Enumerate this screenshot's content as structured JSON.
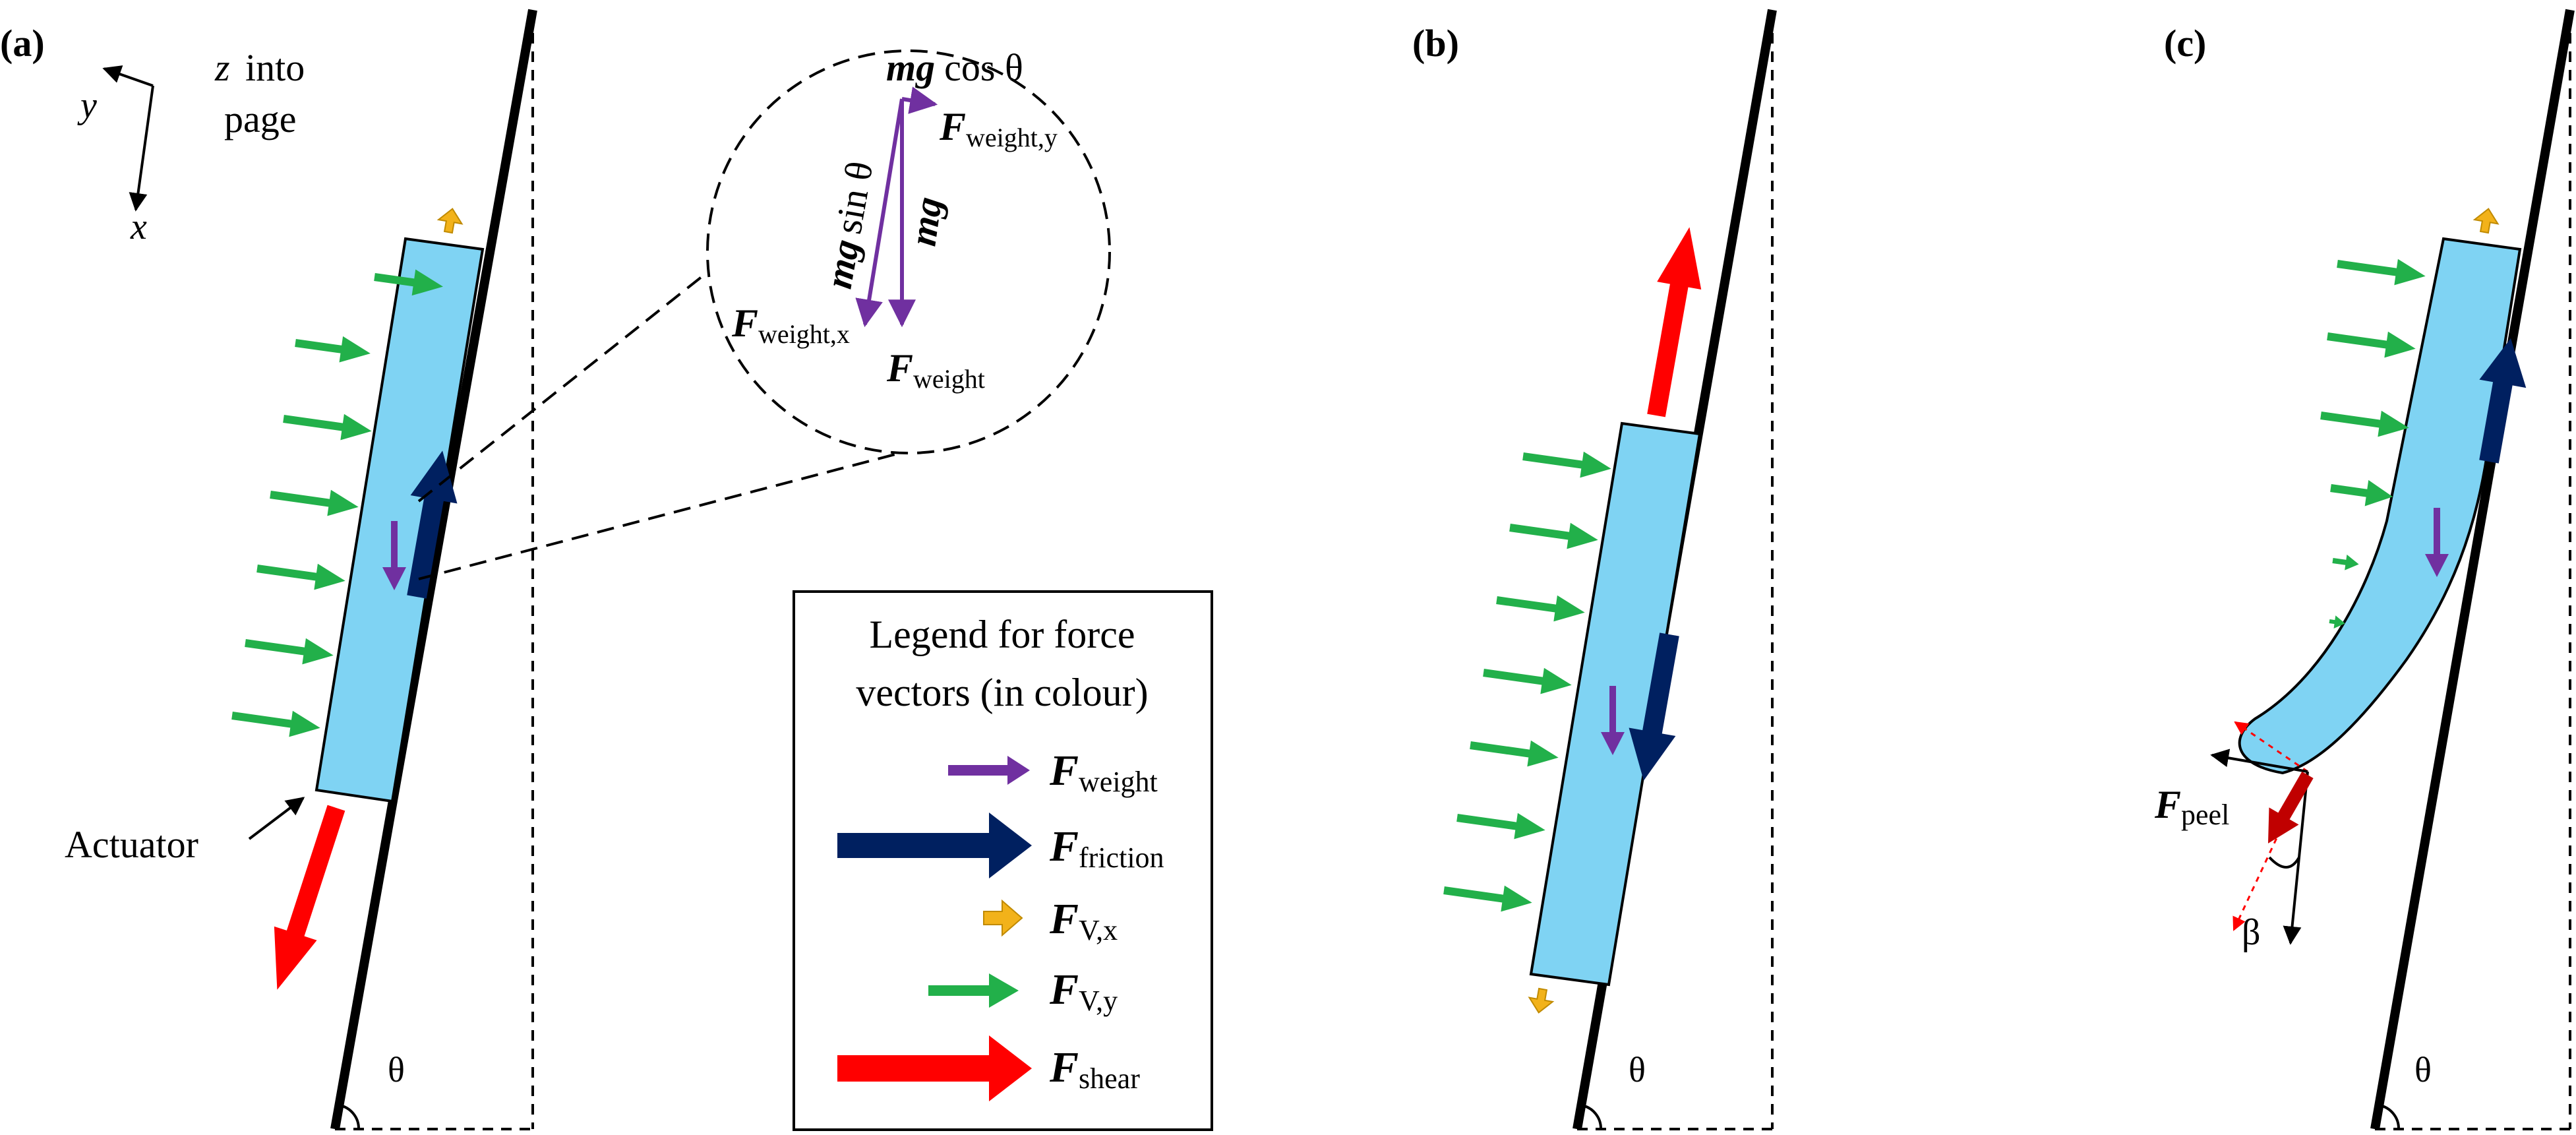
{
  "panels": {
    "a": "(a)",
    "b": "(b)",
    "c": "(c)"
  },
  "axes": {
    "y": "y",
    "x": "x",
    "z": "z",
    "z_desc_1": "into",
    "z_desc_2": "page"
  },
  "actuator_label": "Actuator",
  "theta": "θ",
  "beta": "β",
  "zoom": {
    "mg_a": "mg",
    "cos": "cos θ",
    "sin": "sin θ",
    "mg_b": "mg",
    "mg_c": "mg",
    "weight_y_sub": "weight,y",
    "weight_x_sub": "weight,x",
    "weight_sub": "weight"
  },
  "legend": {
    "title_1": "Legend for force",
    "title_2": "vectors (in colour)",
    "F": "F",
    "items": [
      {
        "sub": "weight",
        "color": "#7030a0"
      },
      {
        "sub": "friction",
        "color": "#002060"
      },
      {
        "sub": "V,x",
        "color": "#f2b21a"
      },
      {
        "sub": "V,y",
        "color": "#22b04a"
      },
      {
        "sub": "shear",
        "color": "#ff0000"
      }
    ]
  },
  "peel": {
    "F": "F",
    "sub": "peel"
  },
  "colors": {
    "actuator_fill": "#7fd3f3",
    "weight": "#7030a0",
    "friction": "#002060",
    "vx": "#f2b21a",
    "vy": "#22b04a",
    "shear": "#ff0000",
    "peel": "#c00000"
  }
}
